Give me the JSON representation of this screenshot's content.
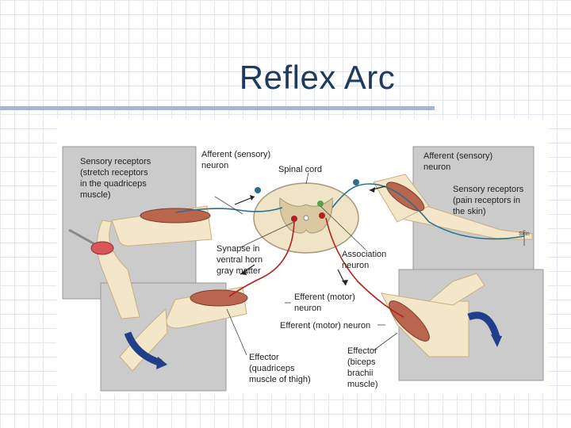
{
  "slide": {
    "title": "Reflex Arc"
  },
  "diagram": {
    "labels": {
      "sensory_receptors_left": [
        "Sensory receptors",
        "(stretch receptors",
        "in the quadriceps",
        "muscle)"
      ],
      "afferent_left": [
        "Afferent (sensory)",
        "neuron"
      ],
      "spinal_cord": "Spinal cord",
      "afferent_right": [
        "Afferent (sensory)",
        "neuron"
      ],
      "sensory_receptors_right": [
        "Sensory receptors",
        "(pain receptors in",
        "the skin)"
      ],
      "synapse": [
        "Synapse in",
        "ventral horn",
        "gray matter"
      ],
      "association": [
        "Association",
        "neuron"
      ],
      "efferent_motor_1": [
        "Efferent (motor)",
        "neuron"
      ],
      "efferent_motor_2": "Efferent (motor) neuron",
      "effector_left": [
        "Effector",
        "(quadriceps",
        "muscle of thigh)"
      ],
      "effector_right": [
        "Effector",
        "(biceps",
        "brachii",
        "muscle)"
      ],
      "skin": "Skin"
    },
    "colors": {
      "panel": "#c9c9c9",
      "skin": "#f4e6c8",
      "muscle": "#b8674e",
      "afferent_nerve": "#2a6f8f",
      "efferent_nerve": "#b3201f",
      "arrow": "#1f3f8a"
    }
  }
}
